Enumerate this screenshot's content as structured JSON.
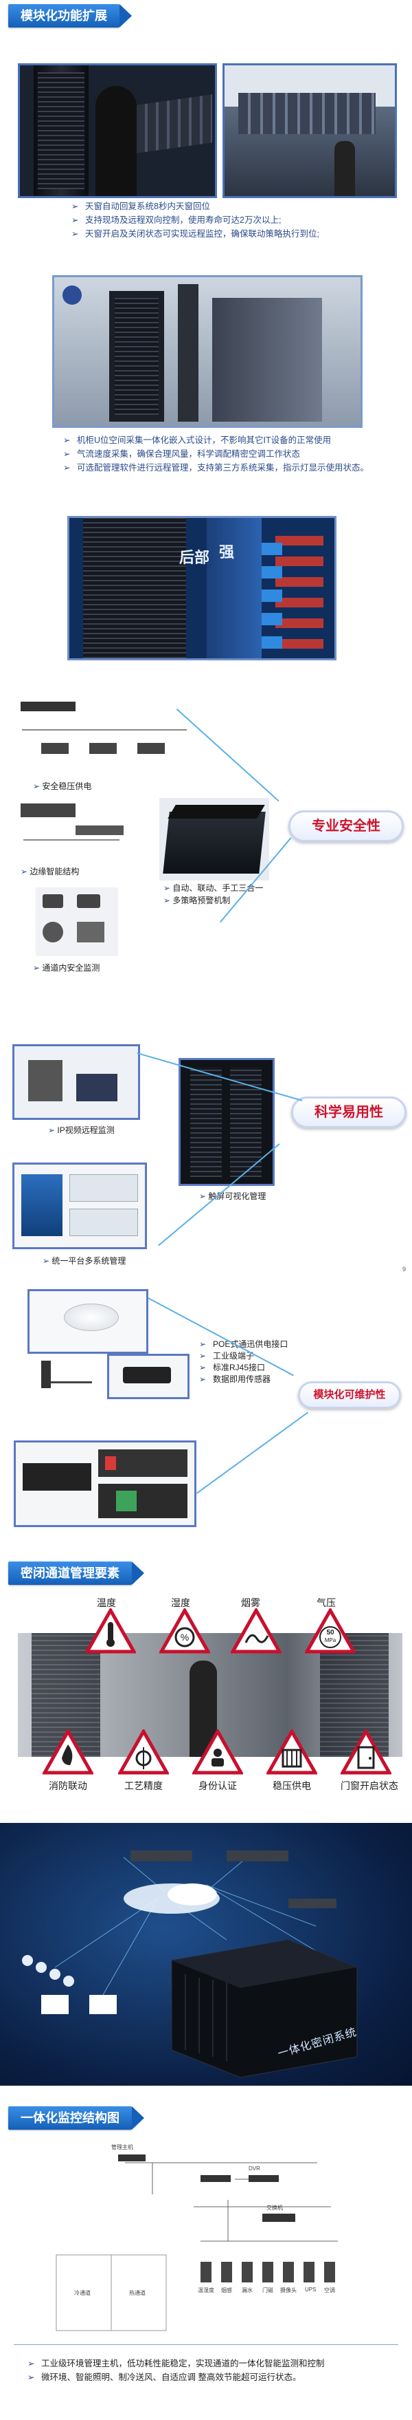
{
  "section1": {
    "title": "模块化功能扩展",
    "bullets_a": [
      "天窗自动回复系统8秒内天窗回位",
      "支持现场及远程双向控制，使用寿命可达2万次以上;",
      "天窗开启及关闭状态可实现远程监控，确保联动策略执行到位;"
    ],
    "bullets_b": [
      "机柜U位空间采集一体化嵌入式设计，不影响其它IT设备的正常使用",
      "气流速度采集，确保合理风量，科学调配精密空调工作状态",
      "可选配管理软件进行远程管理，支持第三方系统采集，指示灯显示使用状态。"
    ],
    "airflow_label_rear": "后部",
    "airflow_label_strong": "强",
    "badge_professional": "专业安全性",
    "caption_power": "安全稳压供电",
    "caption_edge": "边缘智能结构",
    "caption_auto": "自动、联动、手工三合一",
    "caption_alarm": "多策略预警机制",
    "caption_aisle": "通道内安全监测",
    "badge_science": "科学易用性",
    "caption_ip": "IP视频远程监测",
    "caption_touch": "触屏可视化管理",
    "caption_unified": "统一平台多系统管理",
    "page_mark": "9",
    "badge_maintain": "模块化可维护性",
    "maintain_list": [
      "POE式通迅供电接口",
      "工业级端子",
      "标准RJ45接口",
      "数据即用传感器"
    ]
  },
  "section2": {
    "title": "密闭通道管理要素",
    "top_labels": [
      "温度",
      "湿度",
      "烟雾",
      "气压"
    ],
    "pressure_value": "50",
    "pressure_unit": "MPa",
    "bottom_labels": [
      "消防联动",
      "工艺精度",
      "身份认证",
      "稳压供电",
      "门窗开启状态"
    ]
  },
  "section3": {
    "watermark": "一体化密闭系统"
  },
  "section4": {
    "title": "一体化监控结构图",
    "labels": {
      "top_unit": "管理主机",
      "mid_unit": "DVR",
      "hub": "交换机",
      "left_cab": "冷通道",
      "right_cab": "热通道",
      "sensor_1": "温湿度",
      "sensor_2": "烟感",
      "sensor_3": "漏水",
      "sensor_4": "门磁",
      "sensor_5": "摄像头",
      "sensor_6": "UPS",
      "sensor_7": "空调"
    },
    "bullets": [
      "工业级环境管理主机，低功耗性能稳定，实现通道的一体化智能监测和控制",
      "微环境、智能照明、制冷送风、自适应调 整高效节能超可运行状态。"
    ]
  },
  "colors": {
    "accent": "#1460b8",
    "badge_text": "#d0142c",
    "bullet_text": "#2b4a8a"
  }
}
